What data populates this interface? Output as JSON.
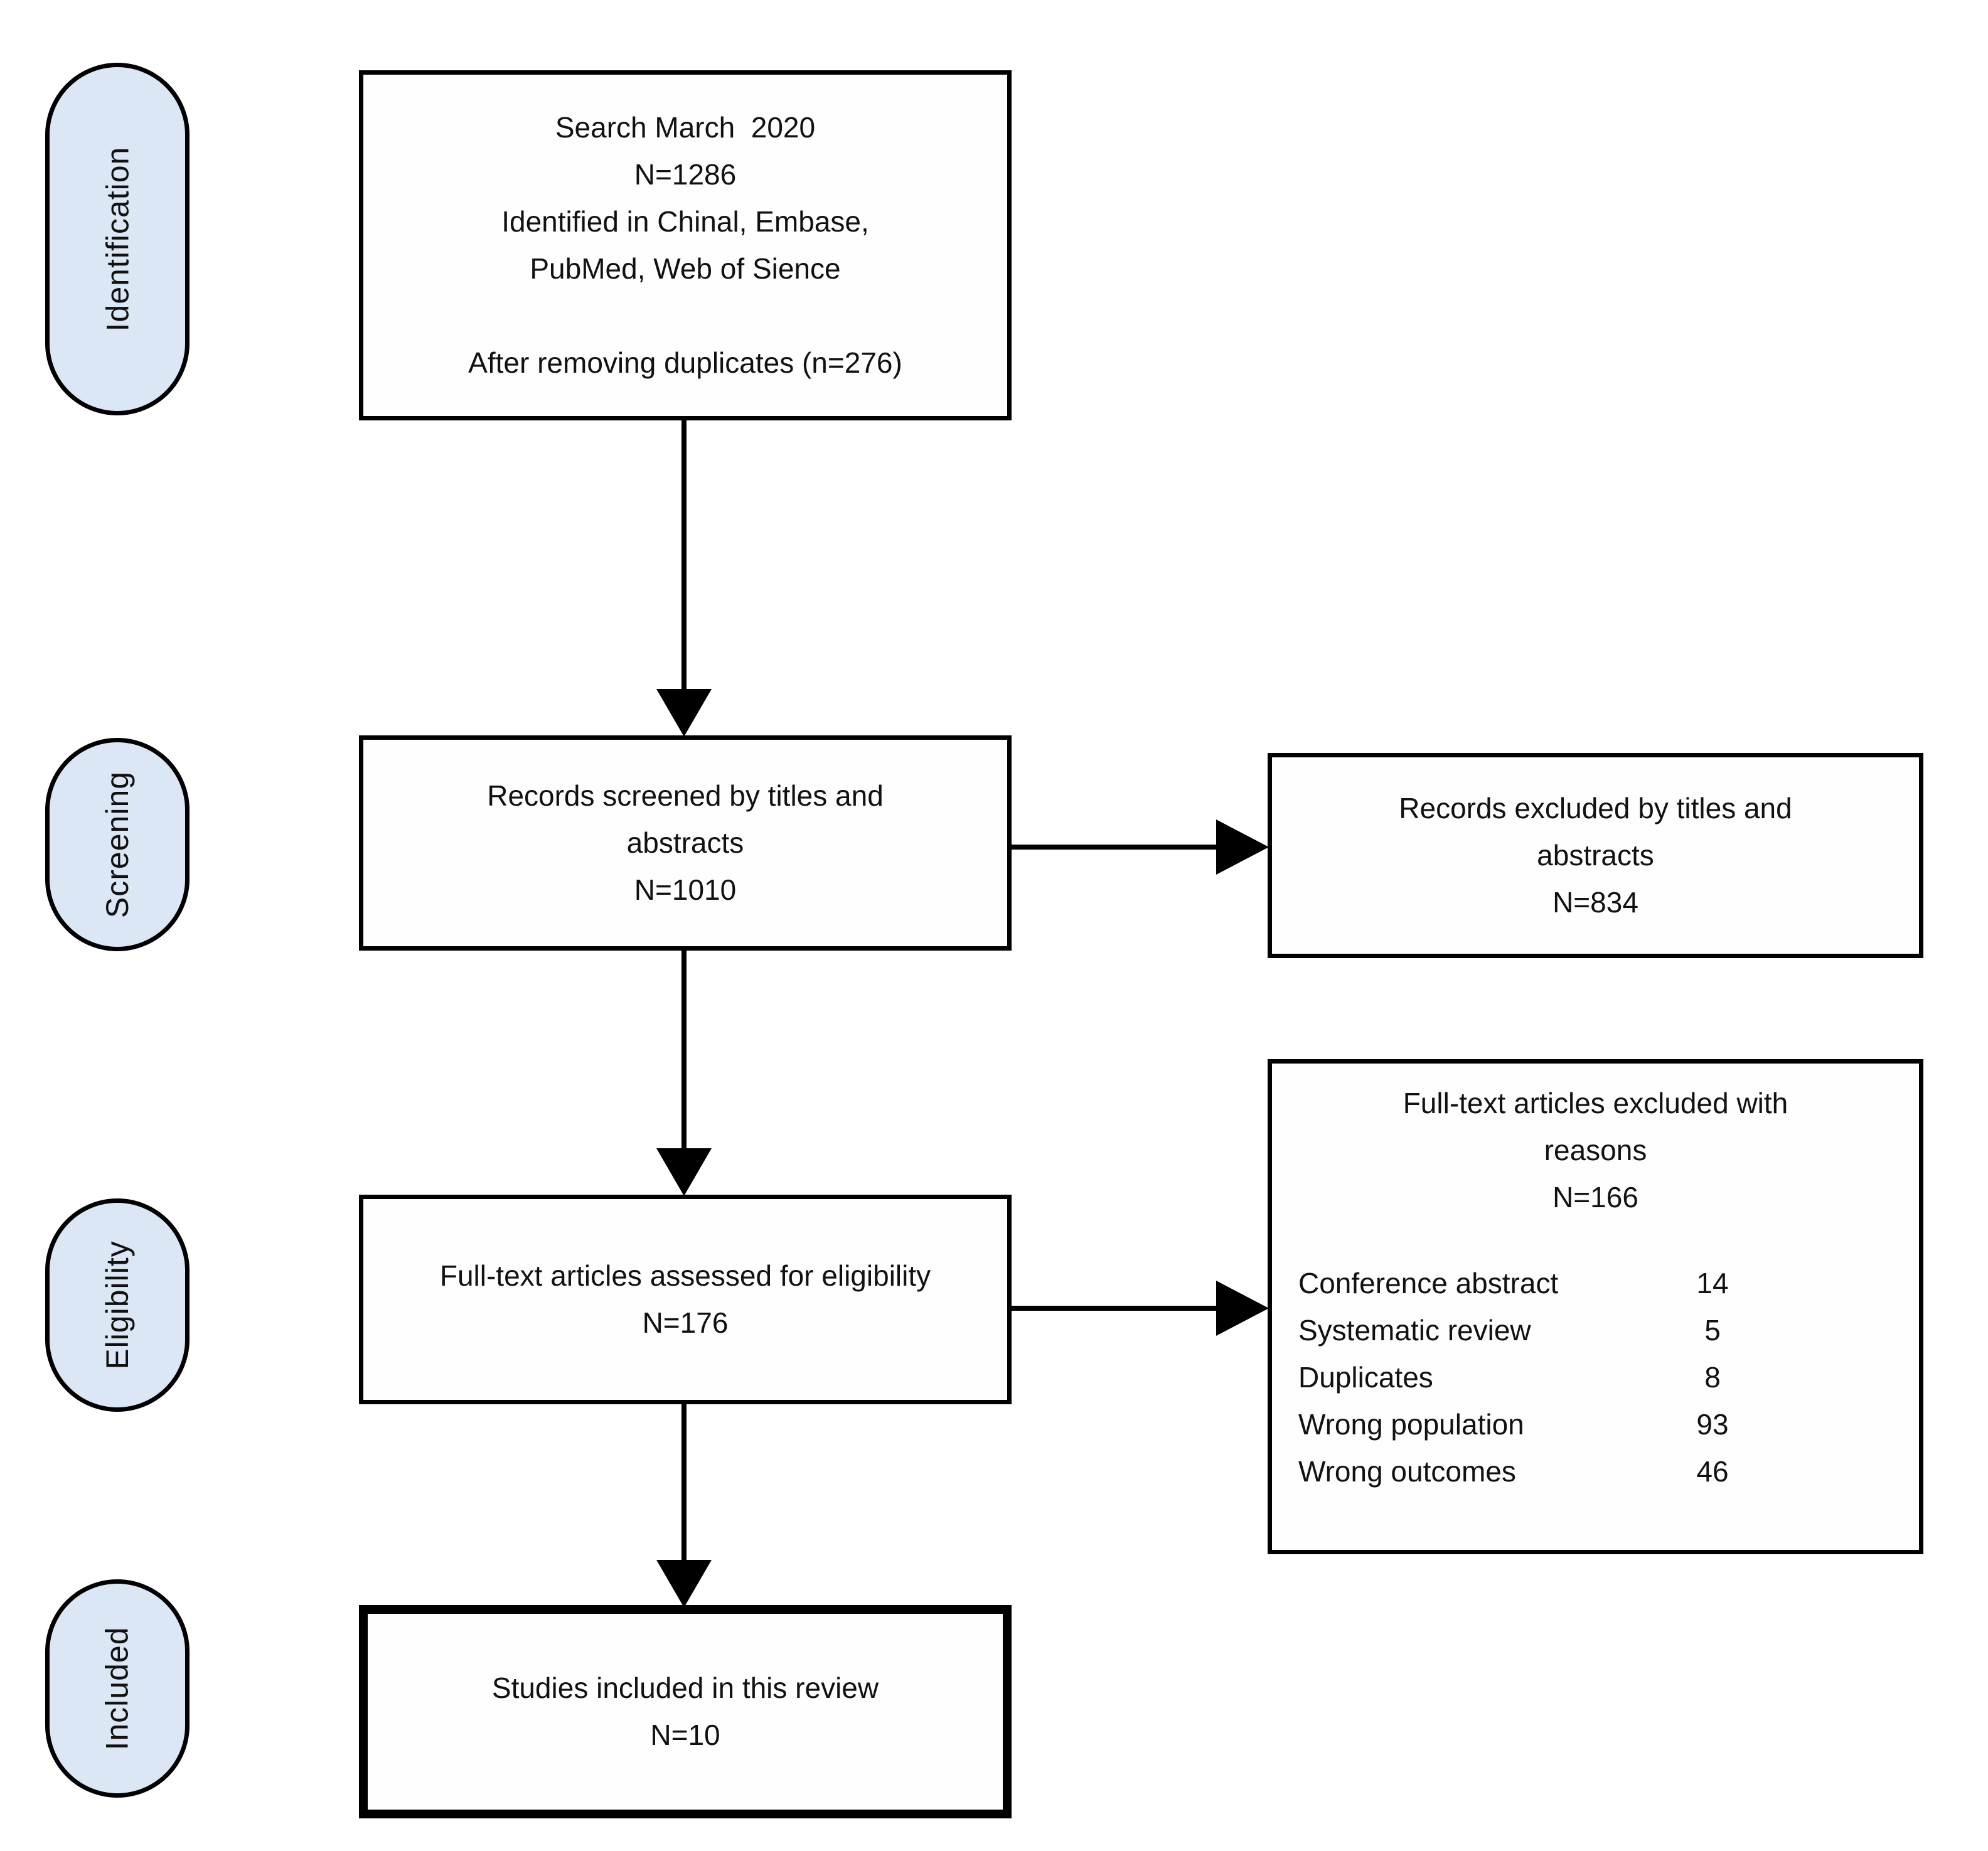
{
  "stages": [
    {
      "label": "Identification"
    },
    {
      "label": "Screening"
    },
    {
      "label": "Eligibility"
    },
    {
      "label": "Included"
    }
  ],
  "identification_box": {
    "text": "Search March  2020\nN=1286\nIdentified in Chinal, Embase,\nPubMed, Web of Sience\n\nAfter removing duplicates (n=276)"
  },
  "screening_box": {
    "text": "Records screened by titles and\nabstracts\nN=1010"
  },
  "screening_excluded_box": {
    "text": "Records excluded by titles and\nabstracts\nN=834"
  },
  "eligibility_box": {
    "text": "Full-text articles assessed for eligibility\nN=176"
  },
  "fulltext_excluded_box": {
    "header": "Full-text articles excluded with\nreasons\nN=166",
    "reasons": [
      {
        "label": "Conference abstract",
        "count": "14"
      },
      {
        "label": "Systematic review",
        "count": "5"
      },
      {
        "label": "Duplicates",
        "count": "8"
      },
      {
        "label": "Wrong population",
        "count": "93"
      },
      {
        "label": "Wrong outcomes",
        "count": "46"
      }
    ]
  },
  "included_box": {
    "text": "Studies included in this review\nN=10"
  },
  "colors": {
    "stage_pill_fill": "#dbe7f4",
    "border": "#000000",
    "text": "#111111"
  }
}
